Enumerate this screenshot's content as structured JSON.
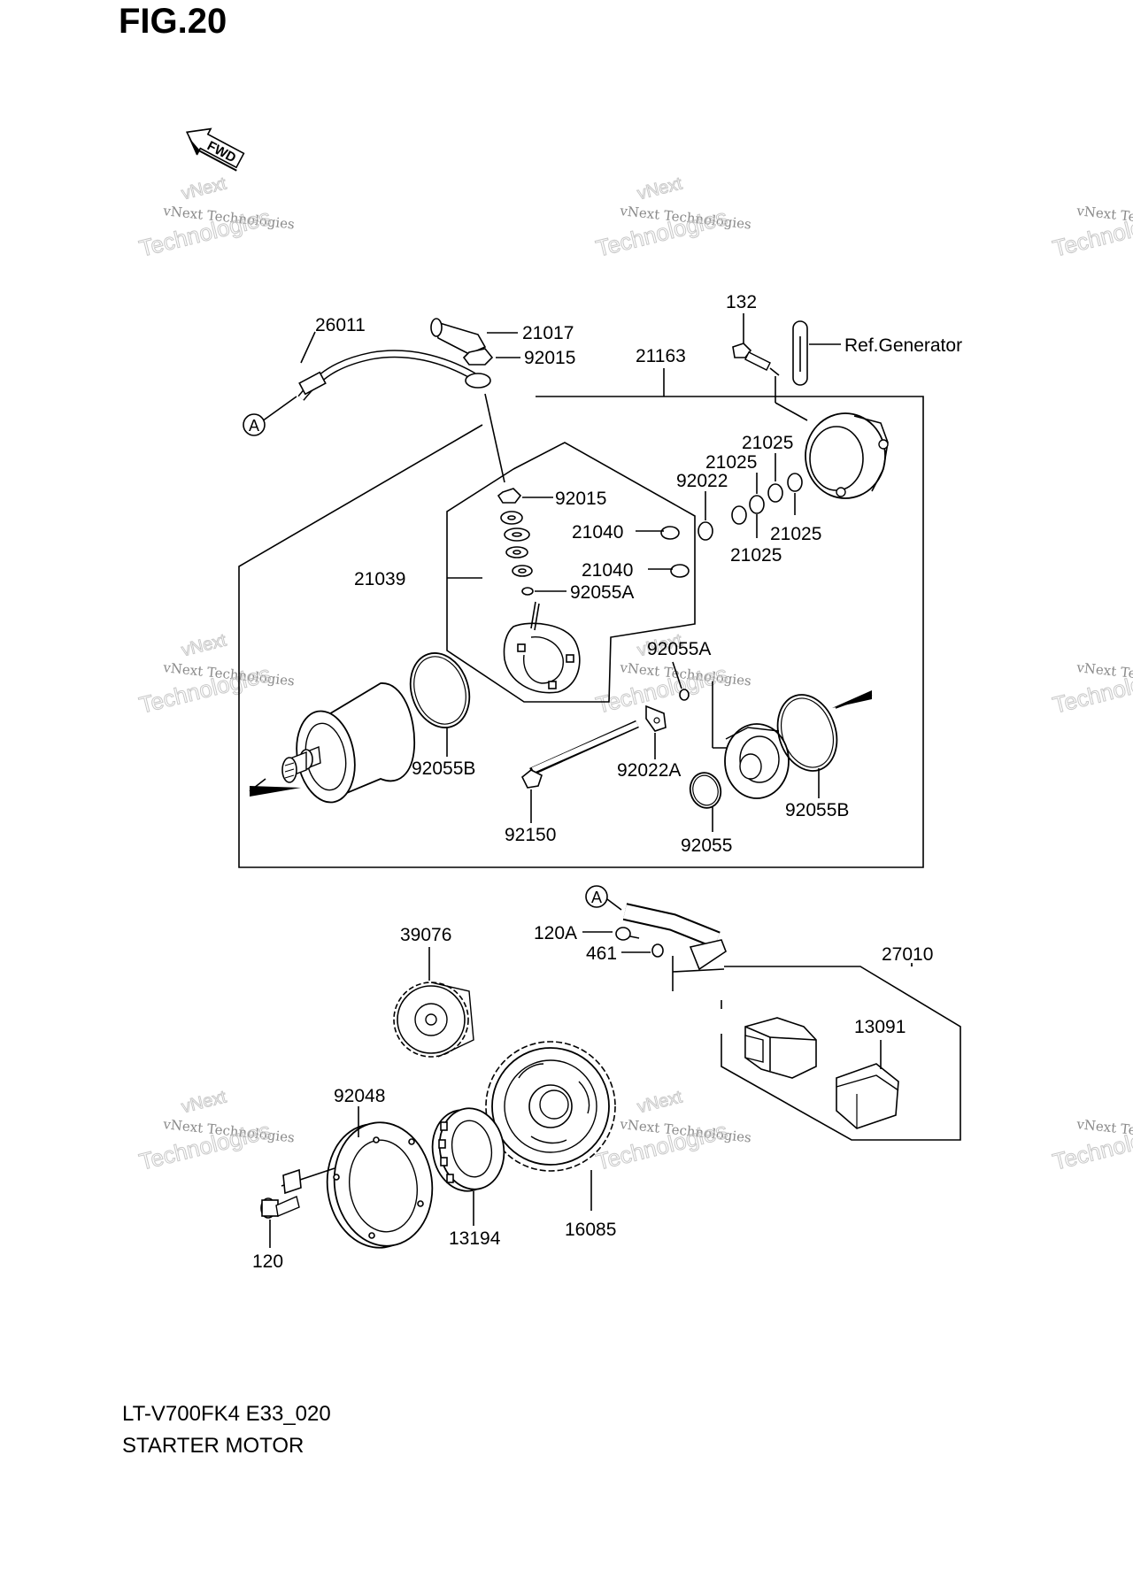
{
  "figure": {
    "title": "FIG.20",
    "model_code": "LT-V700FK4 E33_020",
    "caption": "STARTER MOTOR"
  },
  "watermark": {
    "line1": "vNext Technologies",
    "line2": "vNext",
    "line3": "Technologies"
  },
  "direction_marker": "FWD",
  "connector_marker": "A",
  "reference_note": "Ref.Generator",
  "parts": {
    "p26011": "26011",
    "p21017": "21017",
    "p92015_top": "92015",
    "p21163": "21163",
    "p132": "132",
    "p92015_mid": "92015",
    "p21025_a": "21025",
    "p21025_b": "21025",
    "p21025_c": "21025",
    "p21025_d": "21025",
    "p92022": "92022",
    "p21040_a": "21040",
    "p21040_b": "21040",
    "p21039": "21039",
    "p92055A_a": "92055A",
    "p92055A_b": "92055A",
    "p92055B_a": "92055B",
    "p92022A": "92022A",
    "p92055B_b": "92055B",
    "p92150": "92150",
    "p92055": "92055",
    "p39076": "39076",
    "p120A": "120A",
    "p461": "461",
    "p27010": "27010",
    "p13091": "13091",
    "p92048": "92048",
    "p13194": "13194",
    "p16085": "16085",
    "p120": "120"
  }
}
